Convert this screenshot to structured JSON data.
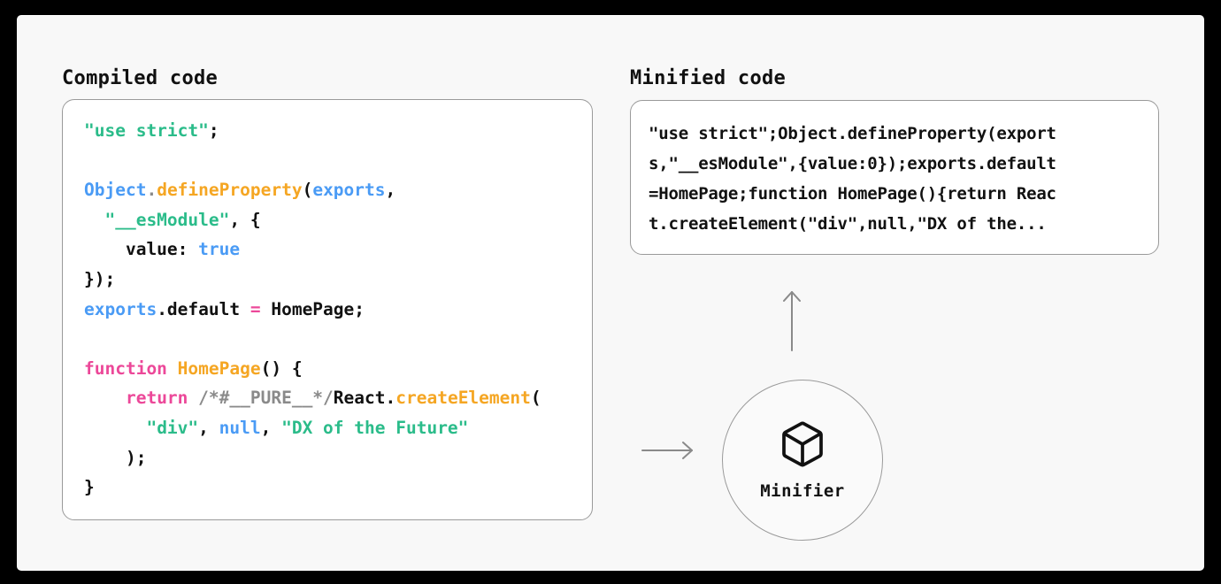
{
  "panels": {
    "compiled": {
      "heading": "Compiled code",
      "lines": [
        [
          {
            "t": "\"use strict\"",
            "c": "str"
          },
          {
            "t": ";",
            "c": "punc"
          }
        ],
        [],
        [
          {
            "t": "Object",
            "c": "var"
          },
          {
            "t": ".",
            "c": "com"
          },
          {
            "t": "defineProperty",
            "c": "fn"
          },
          {
            "t": "(",
            "c": "punc"
          },
          {
            "t": "exports",
            "c": "var"
          },
          {
            "t": ",",
            "c": "punc"
          }
        ],
        [
          {
            "t": "  ",
            "c": "pln"
          },
          {
            "t": "\"__esModule\"",
            "c": "str"
          },
          {
            "t": ", {",
            "c": "punc"
          }
        ],
        [
          {
            "t": "    value: ",
            "c": "pln"
          },
          {
            "t": "true",
            "c": "var"
          }
        ],
        [
          {
            "t": "});",
            "c": "punc"
          }
        ],
        [
          {
            "t": "exports",
            "c": "var"
          },
          {
            "t": ".default ",
            "c": "pln"
          },
          {
            "t": "=",
            "c": "op"
          },
          {
            "t": " HomePage;",
            "c": "pln"
          }
        ],
        [],
        [
          {
            "t": "function",
            "c": "kw"
          },
          {
            "t": " ",
            "c": "pln"
          },
          {
            "t": "HomePage",
            "c": "fn"
          },
          {
            "t": "() {",
            "c": "punc"
          }
        ],
        [
          {
            "t": "    ",
            "c": "pln"
          },
          {
            "t": "return",
            "c": "kw"
          },
          {
            "t": " ",
            "c": "pln"
          },
          {
            "t": "/*#__PURE__*/",
            "c": "com"
          },
          {
            "t": "React.",
            "c": "pln"
          },
          {
            "t": "createElement",
            "c": "fn"
          },
          {
            "t": "(",
            "c": "punc"
          }
        ],
        [
          {
            "t": "      ",
            "c": "pln"
          },
          {
            "t": "\"div\"",
            "c": "str"
          },
          {
            "t": ", ",
            "c": "punc"
          },
          {
            "t": "null",
            "c": "var"
          },
          {
            "t": ", ",
            "c": "punc"
          },
          {
            "t": "\"DX of the Future\"",
            "c": "str"
          }
        ],
        [
          {
            "t": "    );",
            "c": "punc"
          }
        ],
        [
          {
            "t": "}",
            "c": "punc"
          }
        ]
      ]
    },
    "minified": {
      "heading": "Minified code",
      "lines": [
        "\"use strict\";Object.defineProperty(export",
        "s,\"__esModule\",{value:0});exports.default",
        "=HomePage;function HomePage(){return Reac",
        "t.createElement(\"div\",null,\"DX of the..."
      ]
    }
  },
  "node": {
    "label": "Minifier",
    "icon": "cube-icon"
  },
  "arrows": {
    "to_minifier": "arrow-right-icon",
    "to_minified": "arrow-up-icon"
  },
  "colors": {
    "page_background": "#f8f8f8",
    "frame": "#000000",
    "card_background": "#ffffff",
    "card_border": "#9a9a9a",
    "arrow": "#8a8a8a",
    "string": "#2bbc8a",
    "keyword": "#ec4899",
    "function": "#f5a623",
    "variable": "#4a9bf5",
    "comment": "#8a8a8a",
    "plain": "#111111"
  }
}
